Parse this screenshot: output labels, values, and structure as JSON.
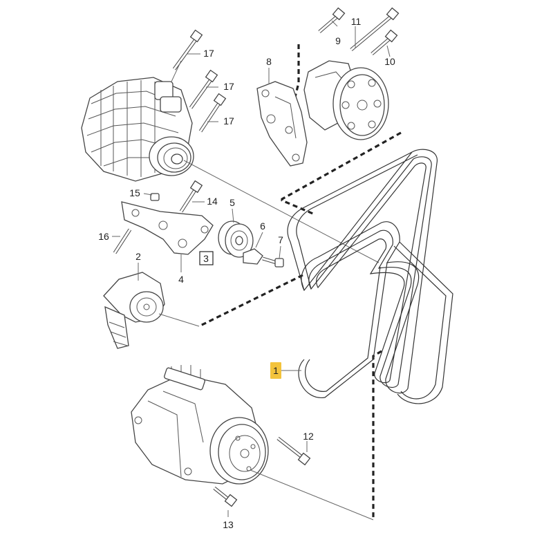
{
  "callouts": {
    "c1": "1",
    "c2": "2",
    "c3": "3",
    "c4": "4",
    "c5": "5",
    "c6": "6",
    "c7": "7",
    "c8": "8",
    "c9": "9",
    "c10": "10",
    "c11": "11",
    "c12": "12",
    "c13": "13",
    "c14": "14",
    "c15": "15",
    "c16": "16",
    "c17a": "17",
    "c17b": "17",
    "c17c": "17"
  },
  "highlight_color": "#f3c33c",
  "highlighted_callout": "1"
}
